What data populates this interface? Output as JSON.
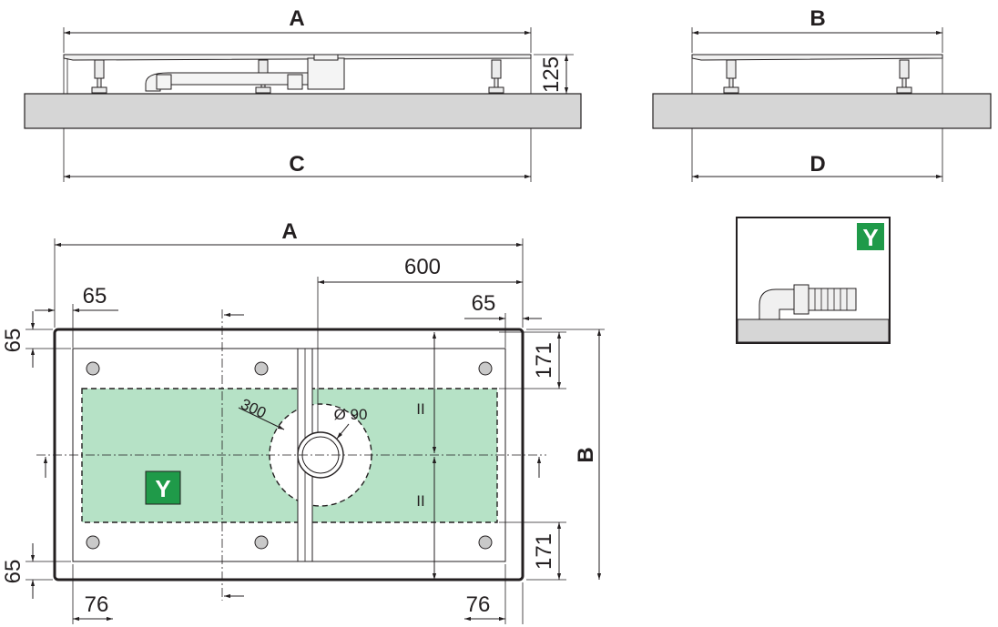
{
  "labels": {
    "top_front_width": "A",
    "top_side_width": "B",
    "top_front_base": "C",
    "top_side_base": "D",
    "plan_length": "A",
    "plan_width": "B",
    "height": "125",
    "drain_offset": "600",
    "edge_left": "65",
    "edge_right": "65",
    "edge_top": "65",
    "edge_bottom": "65",
    "foot_top": "171",
    "foot_bottom": "171",
    "foot_left": "76",
    "foot_right": "76",
    "drain_zone_radius": "300",
    "drain_diameter": "Ø 90",
    "parallel_top": "II",
    "parallel_bottom": "II",
    "zone_badge": "Y",
    "detail_badge": "Y"
  },
  "colors": {
    "line": "#231f20",
    "zone_fill": "#b6e2c6",
    "badge": "#1f9a49",
    "base_gray": "#d6d6d6"
  }
}
